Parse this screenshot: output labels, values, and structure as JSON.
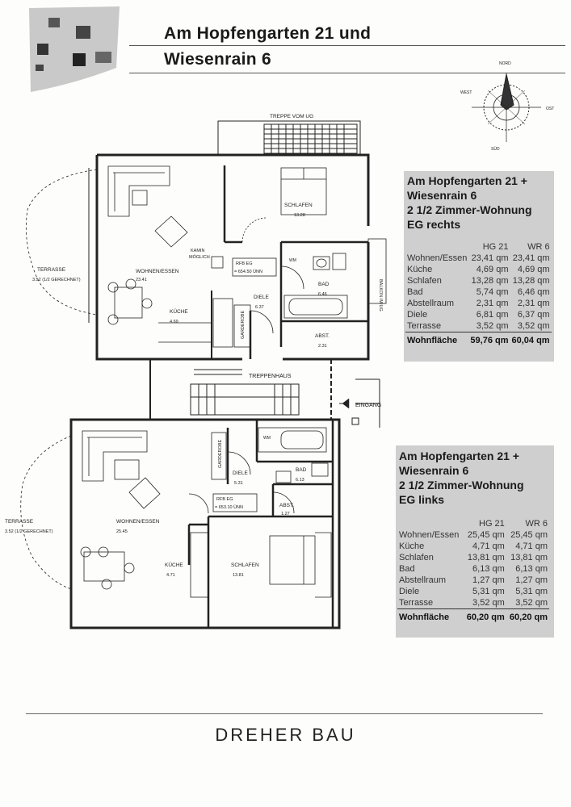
{
  "header": {
    "title_line1": "Am Hopfengarten 21 und",
    "title_line2": "Wiesenrain 6"
  },
  "compass": {
    "north": "NORD",
    "south": "SÜD",
    "west": "WEST",
    "east": "OST"
  },
  "plan_labels": {
    "stair_top": "TREPPE VOM UG",
    "upper": {
      "terrasse": "TERRASSE",
      "terrasse_val": "3.52 (1/2 GERECHNET)",
      "wohnen": "WOHNEN/ESSEN",
      "wohnen_val": "23.41",
      "kueche": "KÜCHE",
      "kueche_val": "4.69",
      "kamin1": "KAMIN",
      "kamin2": "MÖGLICH",
      "schlafen": "SCHLAFEN",
      "schlafen_val": "13.28",
      "rfb1": "RFB EG",
      "rfb2": "= 654.50 ÜNN",
      "diele": "DIELE",
      "diele_val": "6.37",
      "bad": "BAD",
      "bad_val": "6.46",
      "abst": "ABST.",
      "abst_val": "2.31",
      "garderobe": "GARDEROBE",
      "balkon": "BALKON IM UG",
      "wm": "WM"
    },
    "treppenhaus": "TREPPENHAUS",
    "eingang": "EINGANG",
    "lower": {
      "terrasse": "TERRASSE",
      "terrasse_val": "3.52 (1/2 GERECHNET)",
      "wohnen": "WOHNEN/ESSEN",
      "wohnen_val": "25.45",
      "kueche": "KÜCHE",
      "kueche_val": "4.71",
      "garderobe": "GARDEROBE",
      "diele": "DIELE",
      "diele_val": "5.31",
      "rfb1": "RFB EG",
      "rfb2": "= 653.10 ÜNN",
      "bad": "BAD",
      "bad_val": "6.13",
      "abst": "ABST.",
      "abst_val": "1.27",
      "schlafen": "SCHLAFEN",
      "schlafen_val": "13.81",
      "wm": "WM"
    }
  },
  "box_right": {
    "line1": "Am Hopfengarten 21 +",
    "line2": "Wiesenrain 6",
    "line3": "2 1/2 Zimmer-Wohnung",
    "line4": "EG rechts",
    "col1": "HG 21",
    "col2": "WR 6",
    "rows": [
      {
        "label": "Wohnen/Essen",
        "a": "23,41 qm",
        "b": "23,41 qm"
      },
      {
        "label": "Küche",
        "a": "4,69 qm",
        "b": "4,69 qm"
      },
      {
        "label": "Schlafen",
        "a": "13,28 qm",
        "b": "13,28 qm"
      },
      {
        "label": "Bad",
        "a": "5,74 qm",
        "b": "6,46 qm"
      },
      {
        "label": "Abstellraum",
        "a": "2,31 qm",
        "b": "2,31 qm"
      },
      {
        "label": "Diele",
        "a": "6,81 qm",
        "b": "6,37 qm"
      },
      {
        "label": "Terrasse",
        "a": "3,52 qm",
        "b": "3,52 qm"
      }
    ],
    "total_label": "Wohnfläche",
    "total_a": "59,76 qm",
    "total_b": "60,04 qm"
  },
  "box_left": {
    "line1": "Am Hopfengarten 21 +",
    "line2": "Wiesenrain 6",
    "line3": "2 1/2 Zimmer-Wohnung",
    "line4": "EG links",
    "col1": "HG 21",
    "col2": "WR 6",
    "rows": [
      {
        "label": "Wohnen/Essen",
        "a": "25,45 qm",
        "b": "25,45 qm"
      },
      {
        "label": "Küche",
        "a": "4,71 qm",
        "b": "4,71 qm"
      },
      {
        "label": "Schlafen",
        "a": "13,81 qm",
        "b": "13,81 qm"
      },
      {
        "label": "Bad",
        "a": "6,13 qm",
        "b": "6,13 qm"
      },
      {
        "label": "Abstellraum",
        "a": "1,27 qm",
        "b": "1,27 qm"
      },
      {
        "label": "Diele",
        "a": "5,31 qm",
        "b": "5,31 qm"
      },
      {
        "label": "Terrasse",
        "a": "3,52 qm",
        "b": "3,52 qm"
      }
    ],
    "total_label": "Wohnfläche",
    "total_a": "60,20 qm",
    "total_b": "60,20 qm"
  },
  "footer": {
    "brand": "DREHER BAU"
  }
}
